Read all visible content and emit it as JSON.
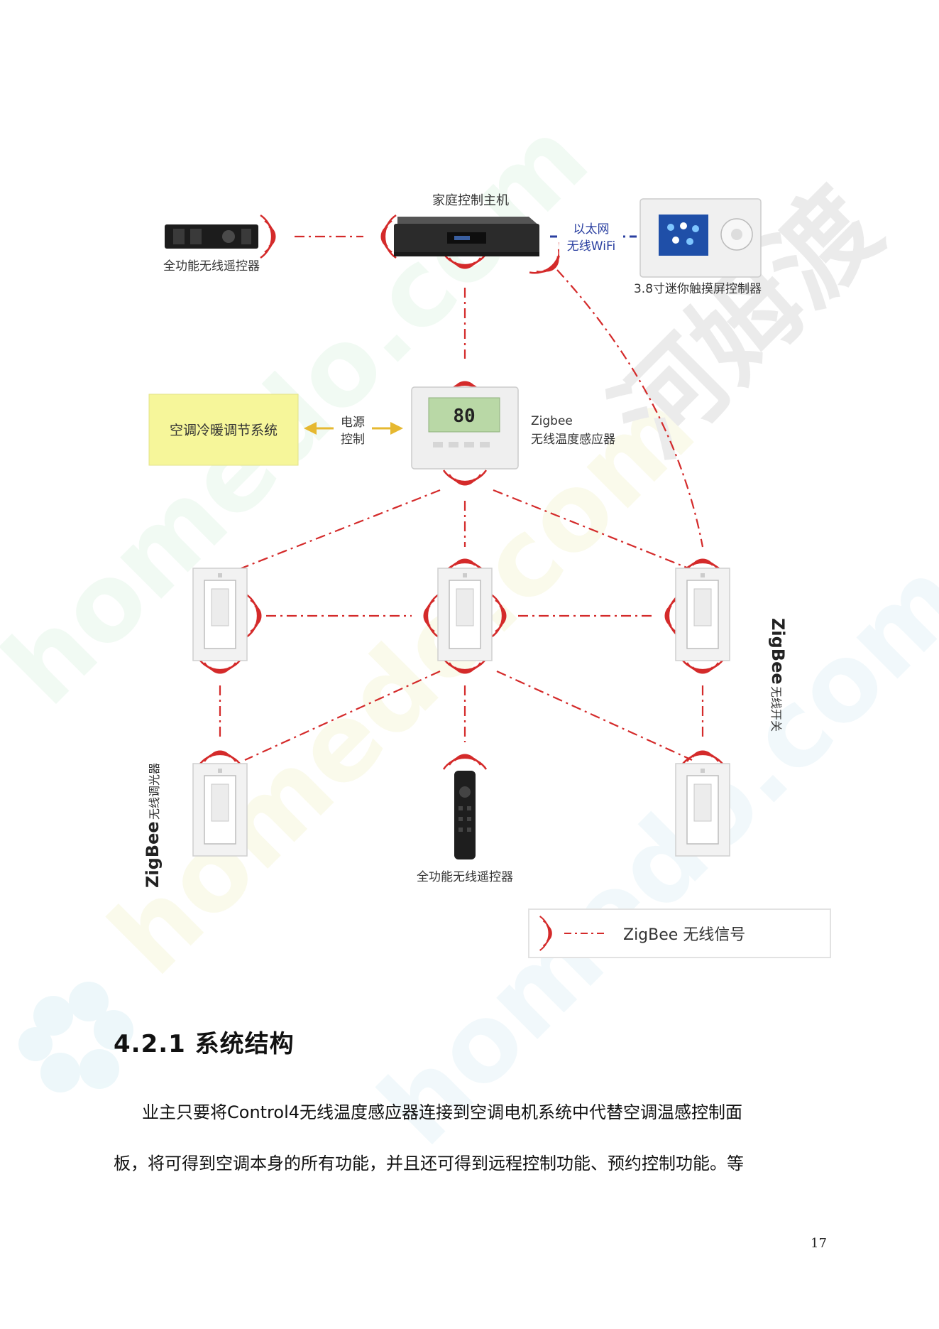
{
  "diagram": {
    "host_label": "家庭控制主机",
    "remote_top_label": "全功能无线遥控器",
    "ethernet_label": "以太网",
    "wifi_label": "无线WiFi",
    "touchscreen_label": "3.8寸迷你触摸屏控制器",
    "thermostat_display": "80",
    "thermostat_label_1": "Zigbee",
    "thermostat_label_2": "无线温度感应器",
    "hvac_label": "空调冷暖调节系统",
    "power_label_1": "电源",
    "power_label_2": "控制",
    "zigbee_right_1": "ZigBee",
    "zigbee_right_2": "无线开关",
    "zigbee_left_1": "ZigBee",
    "zigbee_left_2": "无线调光器",
    "remote_bottom_label": "全功能无线遥控器",
    "legend_label": "ZigBee 无线信号"
  },
  "watermark": {
    "text_site": "homedo.com",
    "text_brand": "河姆渡"
  },
  "section": {
    "heading": "4.2.1  系统结构",
    "para1": "业主只要将Control4无线温度感应器连接到空调电机系统中代替空调温感控制面",
    "para2": "板，将可得到空调本身的所有功能，并且还可得到远程控制功能、预约控制功能。等"
  },
  "page_number": "17",
  "colors": {
    "signal": "#d42a2a",
    "hvac_box": "#f6f69a",
    "arrow": "#e6b830",
    "wifi_link": "#2a3fa0"
  }
}
